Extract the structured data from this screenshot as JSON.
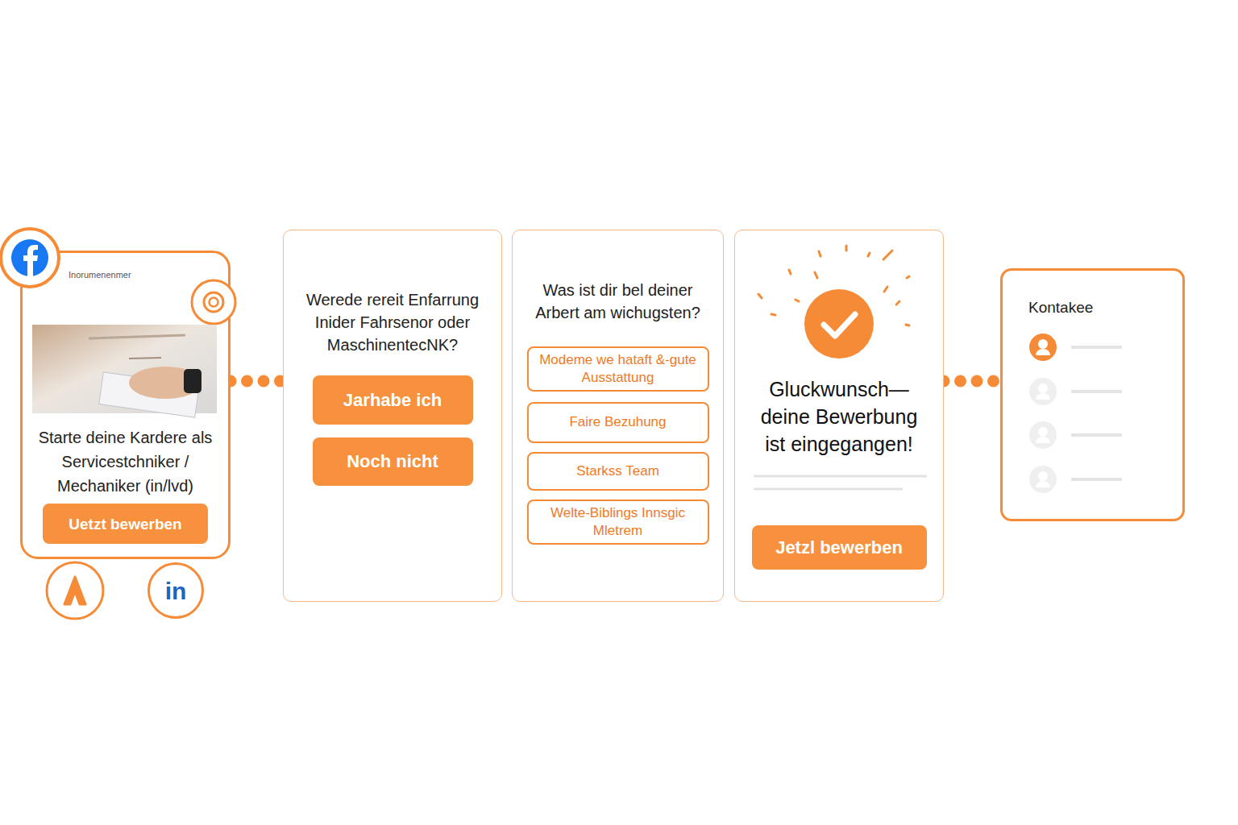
{
  "diagram": {
    "nodes": [
      {
        "text": [
          "Inorumenenmer",
          "Starte deine Kardere als Servicestchniker / Mechaniker (in/lvd)"
        ]
      },
      {
        "text": [
          "Uetzt bewerben"
        ],
        "in": 0
      },
      {
        "text": [
          "in"
        ]
      },
      {
        "text": [
          "Werede rereit Enfarrung Inider Fahrsenor oder MaschinentecNK?"
        ]
      },
      {
        "text": [
          "Jarhabe ich"
        ],
        "in": 3
      },
      {
        "text": [
          "Noch nicht"
        ],
        "in": 3
      },
      {
        "text": [
          "Was ist dir bel deiner Arbert am wichugsten?"
        ]
      },
      {
        "text": [
          "Modeme we hataft &-gute Ausstattung"
        ],
        "in": 6
      },
      {
        "text": [
          "Faire Bezuhung"
        ],
        "in": 6
      },
      {
        "text": [
          "Starkss Team"
        ],
        "in": 6
      },
      {
        "text": [
          "Welte-Biblings Innsgic Mletrem"
        ],
        "in": 6
      },
      {
        "text": [
          "Gluckwunsch— deine Bewerbung ist eingegangen!"
        ]
      },
      {
        "text": [
          "Jetzl bewerben"
        ],
        "in": 11
      },
      {
        "text": [
          "Kontakee"
        ]
      }
    ],
    "edges": [
      {
        "from": 0,
        "to": 3,
        "arrow": "none"
      },
      {
        "from": 11,
        "to": 13,
        "arrow": "none"
      }
    ]
  }
}
